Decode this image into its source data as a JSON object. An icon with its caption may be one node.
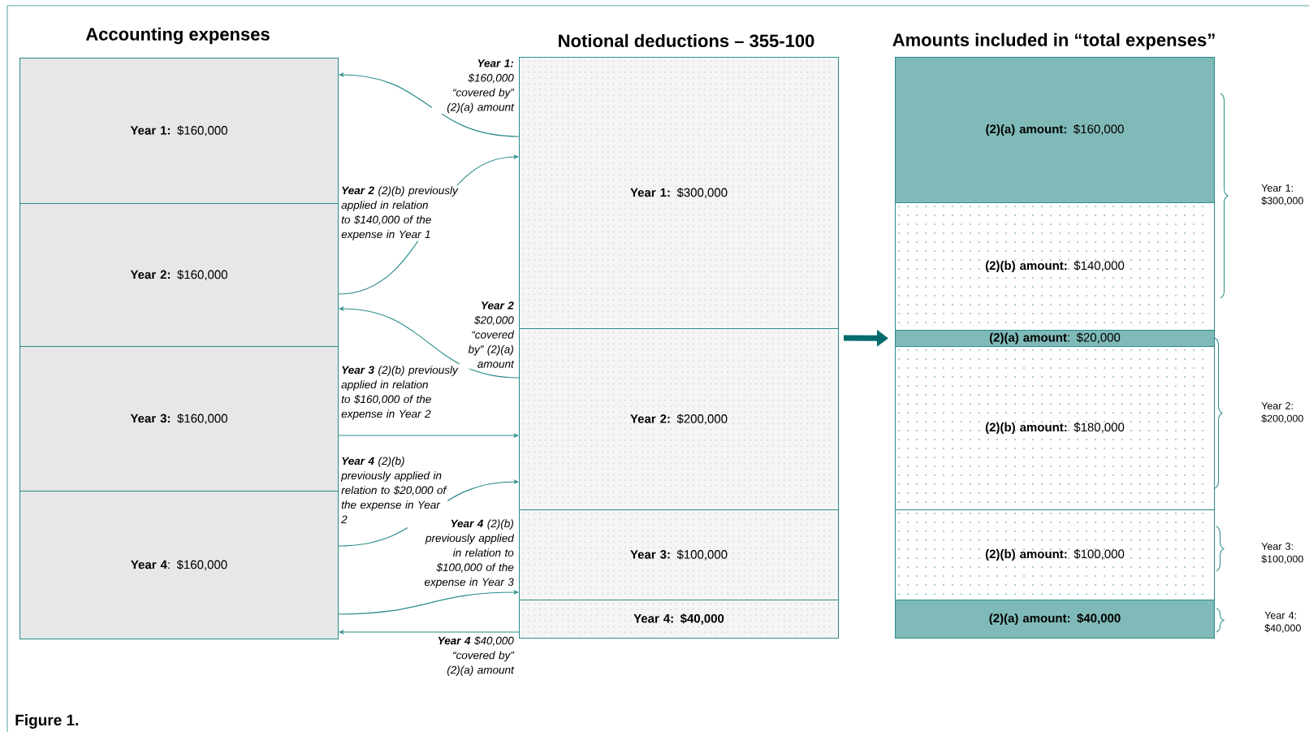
{
  "diagram": {
    "caption": "Figure 1.",
    "nodes": [
      {
        "text": [
          "**Year 1:** $160,000"
        ]
      },
      {
        "text": [
          "**Year 2:** $160,000"
        ]
      },
      {
        "text": [
          "**Year 3:** $160,000"
        ]
      },
      {
        "text": [
          "**Year 4**: $160,000"
        ]
      },
      {
        "text": [
          "**Year 1:** $300,000"
        ]
      },
      {
        "text": [
          "**Year 2:** $200,000"
        ]
      },
      {
        "text": [
          "**Year 3:** $100,000"
        ]
      },
      {
        "text": [
          "Year 4: $40,000"
        ]
      },
      {
        "text": [
          "**(2)(a) amount:** $160,000"
        ]
      },
      {
        "text": [
          "**(2)(b) amount:** $140,000"
        ]
      },
      {
        "text": [
          "**(2)(a) amount**: $20,000"
        ]
      },
      {
        "text": [
          "**(2)(b) amount:** $180,000"
        ]
      },
      {
        "text": [
          "**(2)(b) amount:** $100,000"
        ]
      },
      {
        "text": [
          "(2)(a) amount: $40,000"
        ]
      }
    ],
    "edges": [
      {
        "from": 4,
        "to": 0,
        "arrow": "to",
        "label": "**Year 1:** $160,000 “covered by” (2)(a) amount"
      },
      {
        "from": 1,
        "to": 4,
        "arrow": "to",
        "label": "**Year 2** (2)(b) previously applied in relation to $140,000 of the expense in Year 1"
      },
      {
        "from": 5,
        "to": 1,
        "arrow": "to",
        "label": "**Year 2** $20,000 “covered by” (2)(a) amount"
      },
      {
        "from": 2,
        "to": 5,
        "arrow": "to",
        "label": "**Year 3** (2)(b) previously applied in relation to $160,000 of the expense in Year 2"
      },
      {
        "from": 3,
        "to": 5,
        "arrow": "to",
        "label": "**Year 4** (2)(b) previously applied in relation to $20,000 of the expense in Year 2"
      },
      {
        "from": 3,
        "to": 6,
        "arrow": "to",
        "label": "**Year 4** (2)(b) previously applied in relation to $100,000 of the expense in Year 3"
      },
      {
        "from": 7,
        "to": 3,
        "arrow": "to",
        "label": "**Year 4** $40,000 “covered by” (2)(a) amount"
      },
      {
        "from": 5,
        "to": 10,
        "arrow": "to",
        "style": "thick",
        "color": "#006b6b"
      }
    ],
    "labels": [
      "Accounting expenses",
      "Notional deductions – 355-100",
      "Amounts included in “total expenses”",
      "Year 1: $300,000",
      "Year 2: $200,000",
      "Year 3: $100,000",
      "Year 4: $40,000"
    ]
  }
}
